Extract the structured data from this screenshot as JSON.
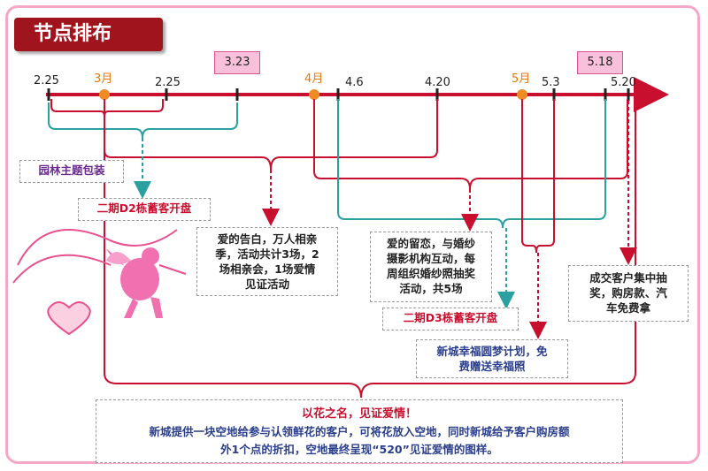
{
  "title": "节点排布",
  "timeline": {
    "top_labels": [
      {
        "id": "d225a",
        "text": "2.25",
        "orange": false
      },
      {
        "id": "m3",
        "text": "3月",
        "orange": true
      },
      {
        "id": "d225b",
        "text": "2.25",
        "orange": false
      },
      {
        "id": "m4",
        "text": "4月",
        "orange": true
      },
      {
        "id": "d46",
        "text": "4.6",
        "orange": false
      },
      {
        "id": "d420",
        "text": "4.20",
        "orange": false
      },
      {
        "id": "m5",
        "text": "5月",
        "orange": true
      },
      {
        "id": "d53",
        "text": "5.3",
        "orange": false
      },
      {
        "id": "d520",
        "text": "5.20",
        "orange": false
      }
    ],
    "tags": [
      "3.23",
      "5.18"
    ]
  },
  "boxes": {
    "garden": "园林主题包装",
    "d2_open": "二期D2栋蓄客开盘",
    "love_confess": [
      "爱的告白，万人相亲",
      "季，活动共计3场，2",
      "场相亲会，1场爱情",
      "见证活动"
    ],
    "love_stay": [
      "爱的留恋，与婚纱",
      "摄影机构互动，每",
      "周组织婚纱照抽奖",
      "活动，共5场"
    ],
    "d3_open": "二期D3栋蓄客开盘",
    "happy_plan": [
      "新城幸福圆梦计划，免",
      "费赠送幸福照"
    ],
    "lottery": [
      "成交客户集中抽",
      "奖，购房款、汽",
      "车免费拿"
    ],
    "flower_title": "以花之名，见证爱情！",
    "flower_body": [
      "新城提供一块空地给参与认领鲜花的客户，可将花放入空地，同时新城给予客户购房额",
      "外1个点的折扣，空地最终呈现“520”见证爱情的图样。"
    ]
  },
  "colors": {
    "accent_red": "#c8102e",
    "teal": "#2aa0a0",
    "title_bg": "#a0141e",
    "tag_pink": "#f9c0dc",
    "frame_pink": "#f4a8c8"
  }
}
